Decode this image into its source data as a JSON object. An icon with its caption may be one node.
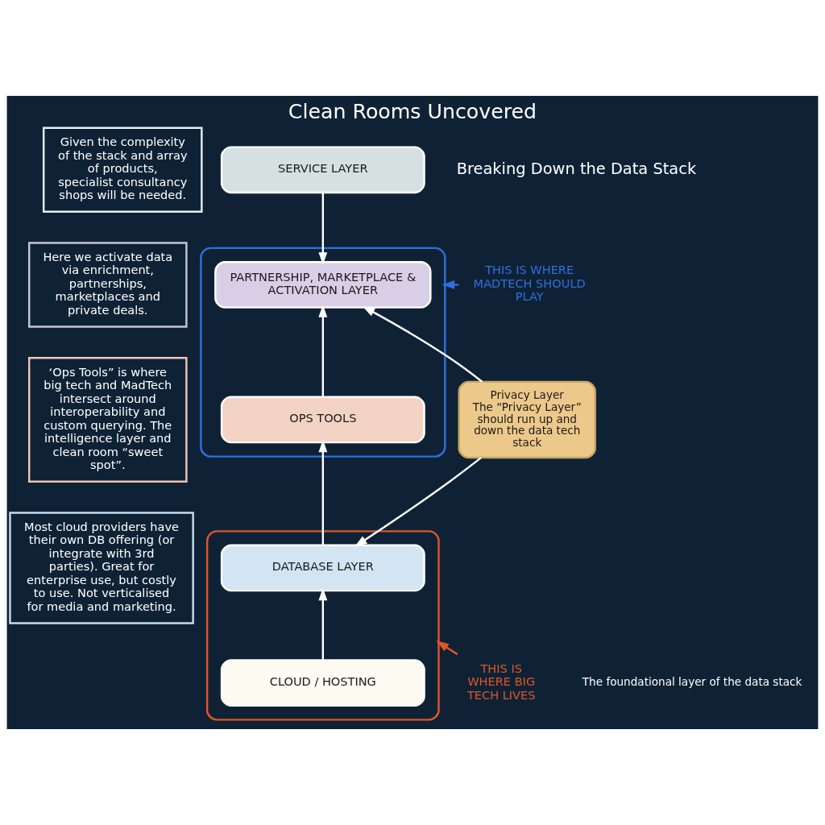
{
  "diagram": {
    "title": "Clean Rooms Uncovered",
    "nodes": [
      {
        "text": [
          "SERVICE LAYER"
        ]
      },
      {
        "text": [],
        "shape": "box"
      },
      {
        "text": [
          "PARTNERSHIP, MARKETPLACE & ACTIVATION LAYER"
        ],
        "in": 1
      },
      {
        "text": [
          "OPS TOOLS"
        ],
        "in": 1
      },
      {
        "text": [],
        "shape": "box"
      },
      {
        "text": [
          "DATABASE LAYER"
        ],
        "in": 4
      },
      {
        "text": [
          "CLOUD / HOSTING"
        ],
        "in": 4
      },
      {
        "text": [
          "Privacy Layer",
          "The “Privacy Layer” should run up and down the data tech stack"
        ]
      },
      {
        "text": [
          "Given the complexity of the stack and array of products, specialist consultancy shops will be needed."
        ]
      },
      {
        "text": [
          "Here we activate data via enrichment, partnerships, marketplaces and private deals."
        ]
      },
      {
        "text": [
          "‘Ops Tools” is where big tech and MadTech intersect around interoperability and custom querying. The intelligence layer and clean room “sweet spot”."
        ]
      },
      {
        "text": [
          "Most cloud providers have their own DB offering (or integrate with 3rd parties). Great for enterprise use, but costly to use. Not verticalised for media and marketing."
        ]
      },
      {
        "text": [
          "THIS IS WHERE MADTECH SHOULD PLAY"
        ]
      },
      {
        "text": [
          "THIS IS WHERE BIG TECH LIVES"
        ]
      }
    ],
    "edges": [
      {
        "from": 0,
        "to": 2,
        "arrow": "to"
      },
      {
        "from": 3,
        "to": 2,
        "arrow": "to"
      },
      {
        "from": 5,
        "to": 3,
        "arrow": "to"
      },
      {
        "from": 6,
        "to": 5,
        "arrow": "to"
      },
      {
        "from": 7,
        "to": 2,
        "arrow": "to"
      },
      {
        "from": 7,
        "to": 5,
        "arrow": "to"
      },
      {
        "from": 12,
        "to": 1,
        "arrow": "to",
        "color": "#2f6fe0"
      },
      {
        "from": 13,
        "to": 4,
        "arrow": "to",
        "color": "#e0552a"
      }
    ],
    "labels": [
      "Breaking Down the Data Stack",
      "The foundational layer of the data stack"
    ]
  }
}
